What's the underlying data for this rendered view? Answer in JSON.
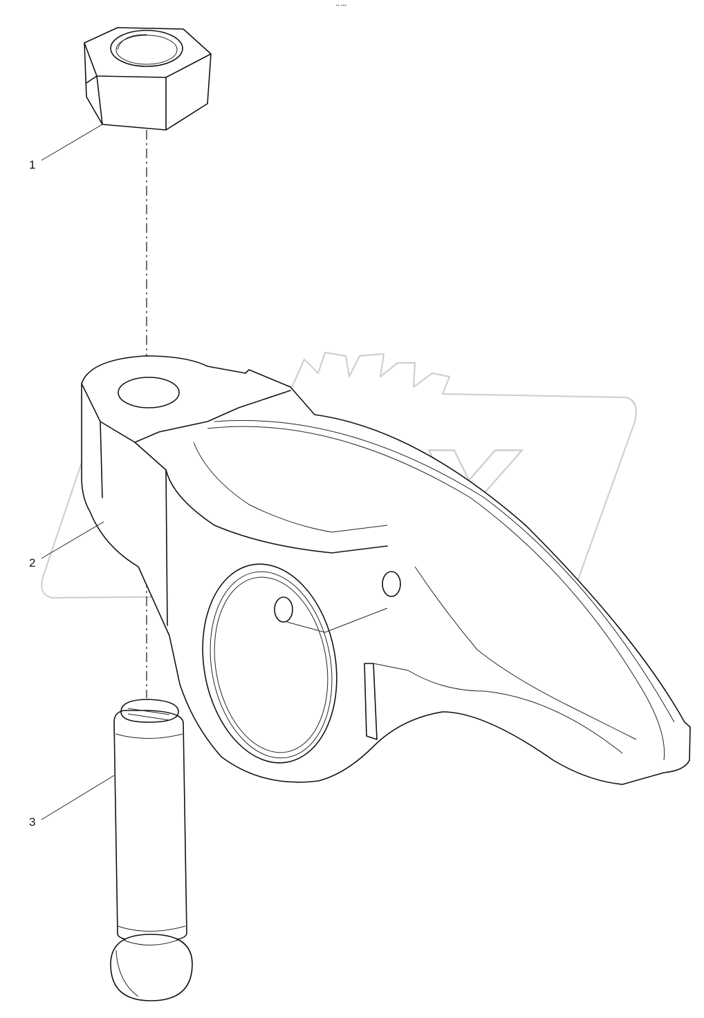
{
  "header": {
    "code": "•• •••"
  },
  "watermark": {
    "text": "OPEX"
  },
  "callouts": [
    {
      "id": "1",
      "label": "1"
    },
    {
      "id": "2",
      "label": "2"
    },
    {
      "id": "3",
      "label": "3"
    }
  ],
  "parts": [
    {
      "ref": "1",
      "icon": "hex-nut-icon"
    },
    {
      "ref": "2",
      "icon": "rocker-arm-icon"
    },
    {
      "ref": "3",
      "icon": "adjusting-screw-icon"
    }
  ]
}
